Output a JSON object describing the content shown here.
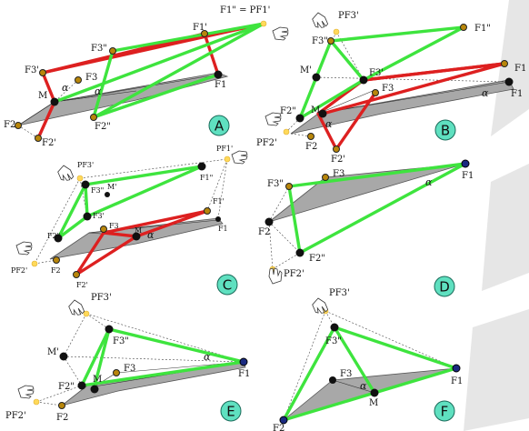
{
  "panels": {
    "A": {
      "badge": "A",
      "F1pp_eq": "F1\" = PF1'",
      "F1p": "F1'",
      "F3pp": "F3\"",
      "F3p": "F3'",
      "F3": "F3",
      "M": "M",
      "alpha": "α",
      "F1": "F1",
      "F2": "F2",
      "F2p": "F2'",
      "F2pp": "F2\""
    },
    "B": {
      "badge": "B",
      "PF3p": "PF3'",
      "F3pp": "F3\"",
      "F1pp": "F1\"",
      "Mp": "M'",
      "F3p": "F3'",
      "F3": "F3",
      "F1a": "F1",
      "F1b": "F1",
      "alpha": "α",
      "M": "M",
      "F2pp": "F2\"",
      "PF2p": "PF2'",
      "F2": "F2",
      "F2p": "F2'",
      "alpha2": "α"
    },
    "C": {
      "badge": "C",
      "PF3p": "PF3'",
      "PF1p": "PF1'",
      "F3pp": "F3\"",
      "Mp": "M'",
      "F1pp": "F1\"",
      "F1p": "F1'",
      "F3p": "F3'",
      "F3": "F3",
      "M": "M",
      "alpha": "α",
      "F1": "F1",
      "F2pp": "F2\"",
      "PF2p": "PF2'",
      "F2": "F2",
      "F2p": "F2'"
    },
    "D": {
      "badge": "D",
      "F3pp": "F3\"",
      "F3": "F3",
      "alpha": "α",
      "F1": "F1",
      "F2": "F2",
      "F2pp": "F2\"",
      "PF2p": "PF2'"
    },
    "E": {
      "badge": "E",
      "PF3p": "PF3'",
      "Mp": "M'",
      "F3pp": "F3\"",
      "alpha": "α",
      "F3": "F3",
      "F1": "F1",
      "F2pp": "F2\"",
      "M": "M",
      "PF2p": "PF2'",
      "F2": "F2"
    },
    "F": {
      "badge": "F",
      "PF3p": "PF3'",
      "F3pp": "F3\"",
      "F3": "F3",
      "alpha": "α",
      "F1": "F1",
      "M": "M",
      "F2": "F2"
    }
  }
}
